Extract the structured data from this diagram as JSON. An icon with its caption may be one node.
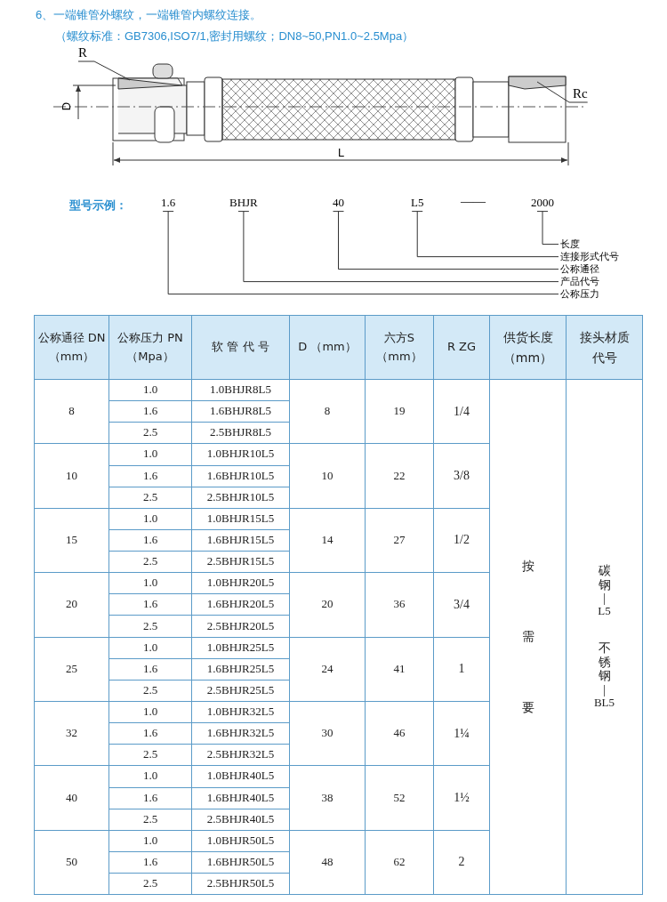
{
  "diagram": {
    "title": "6、一端锥管外螺纹，一端锥管内螺纹连接。",
    "nodes": [
      {
        "text": [
          "R"
        ]
      },
      {
        "text": [
          "Rc"
        ]
      },
      {
        "text": [
          "1.6"
        ]
      },
      {
        "text": [
          "BHJR"
        ]
      },
      {
        "text": [
          "40"
        ]
      },
      {
        "text": [
          "L5"
        ]
      },
      {
        "text": [
          "2000"
        ]
      },
      {
        "text": [
          "长度"
        ]
      },
      {
        "text": [
          "连接形式代号"
        ]
      },
      {
        "text": [
          "公称通径"
        ]
      },
      {
        "text": [
          "产品代号"
        ]
      },
      {
        "text": [
          "公称压力"
        ]
      }
    ],
    "edges": [
      {
        "from": 0,
        "to": null,
        "arrow": "none"
      },
      {
        "from": 1,
        "to": null,
        "arrow": "none"
      },
      {
        "from": 2,
        "to": 11,
        "arrow": "none"
      },
      {
        "from": 3,
        "to": 10,
        "arrow": "none"
      },
      {
        "from": 4,
        "to": 9,
        "arrow": "none"
      },
      {
        "from": 5,
        "to": 8,
        "arrow": "none"
      },
      {
        "from": 6,
        "to": 7,
        "arrow": "none"
      }
    ],
    "labels": [
      "（螺纹标准：GB7306,ISO7/1,密封用螺纹；DN8~50,PN1.0~2.5Mpa）",
      "D",
      "L",
      "型号示例：",
      "——",
      "公称通径 DN（mm）",
      "公称压力 PN（Mpa）",
      "软 管 代 号",
      "D （mm）",
      "六方S （mm）",
      "R ZG",
      "供货长度（mm）",
      "接头材质代号",
      "1.0",
      "1.0BHJR8L5",
      "8",
      "1.6",
      "1.6BHJR8L5",
      "8",
      "19",
      "1/4",
      "2.5",
      "2.5BHJR8L5",
      "1.0",
      "1.0BHJR10L5",
      "10",
      "1.6",
      "1.6BHJR10L5",
      "10",
      "22",
      "3/8",
      "2.5",
      "2.5BHJR10L5",
      "1.0",
      "1.0BHJR15L5",
      "15",
      "1.6",
      "1.6BHJR15L5",
      "14",
      "27",
      "1/2",
      "2.5",
      "2.5BHJR15L5",
      "1.0",
      "1.0BHJR20L5",
      "20",
      "1.6",
      "1.6BHJR20L5",
      "20",
      "36",
      "3/4",
      "2.5",
      "2.5BHJR20L5",
      "1.0",
      "1.0BHJR25L5",
      "25",
      "1.6",
      "1.6BHJR25L5",
      "24",
      "41",
      "1",
      "2.5",
      "2.5BHJR25L5",
      "1.0",
      "1.0BHJR32L5",
      "32",
      "1.6",
      "1.6BHJR32L5",
      "30",
      "46",
      "1¼",
      "2.5",
      "2.5BHJR32L5",
      "1.0",
      "1.0BHJR40L5",
      "40",
      "1.6",
      "1.6BHJR40L5",
      "38",
      "52",
      "1½",
      "2.5",
      "2.5BHJR40L5",
      "1.0",
      "1.0BHJR50L5",
      "50",
      "1.6",
      "1.6BHJR50L5",
      "48",
      "62",
      "2",
      "2.5",
      "2.5BHJR50L5",
      "按",
      "需",
      "要",
      "碳钢",
      "|",
      "L5",
      "不锈钢",
      "|",
      "BL5"
    ]
  }
}
